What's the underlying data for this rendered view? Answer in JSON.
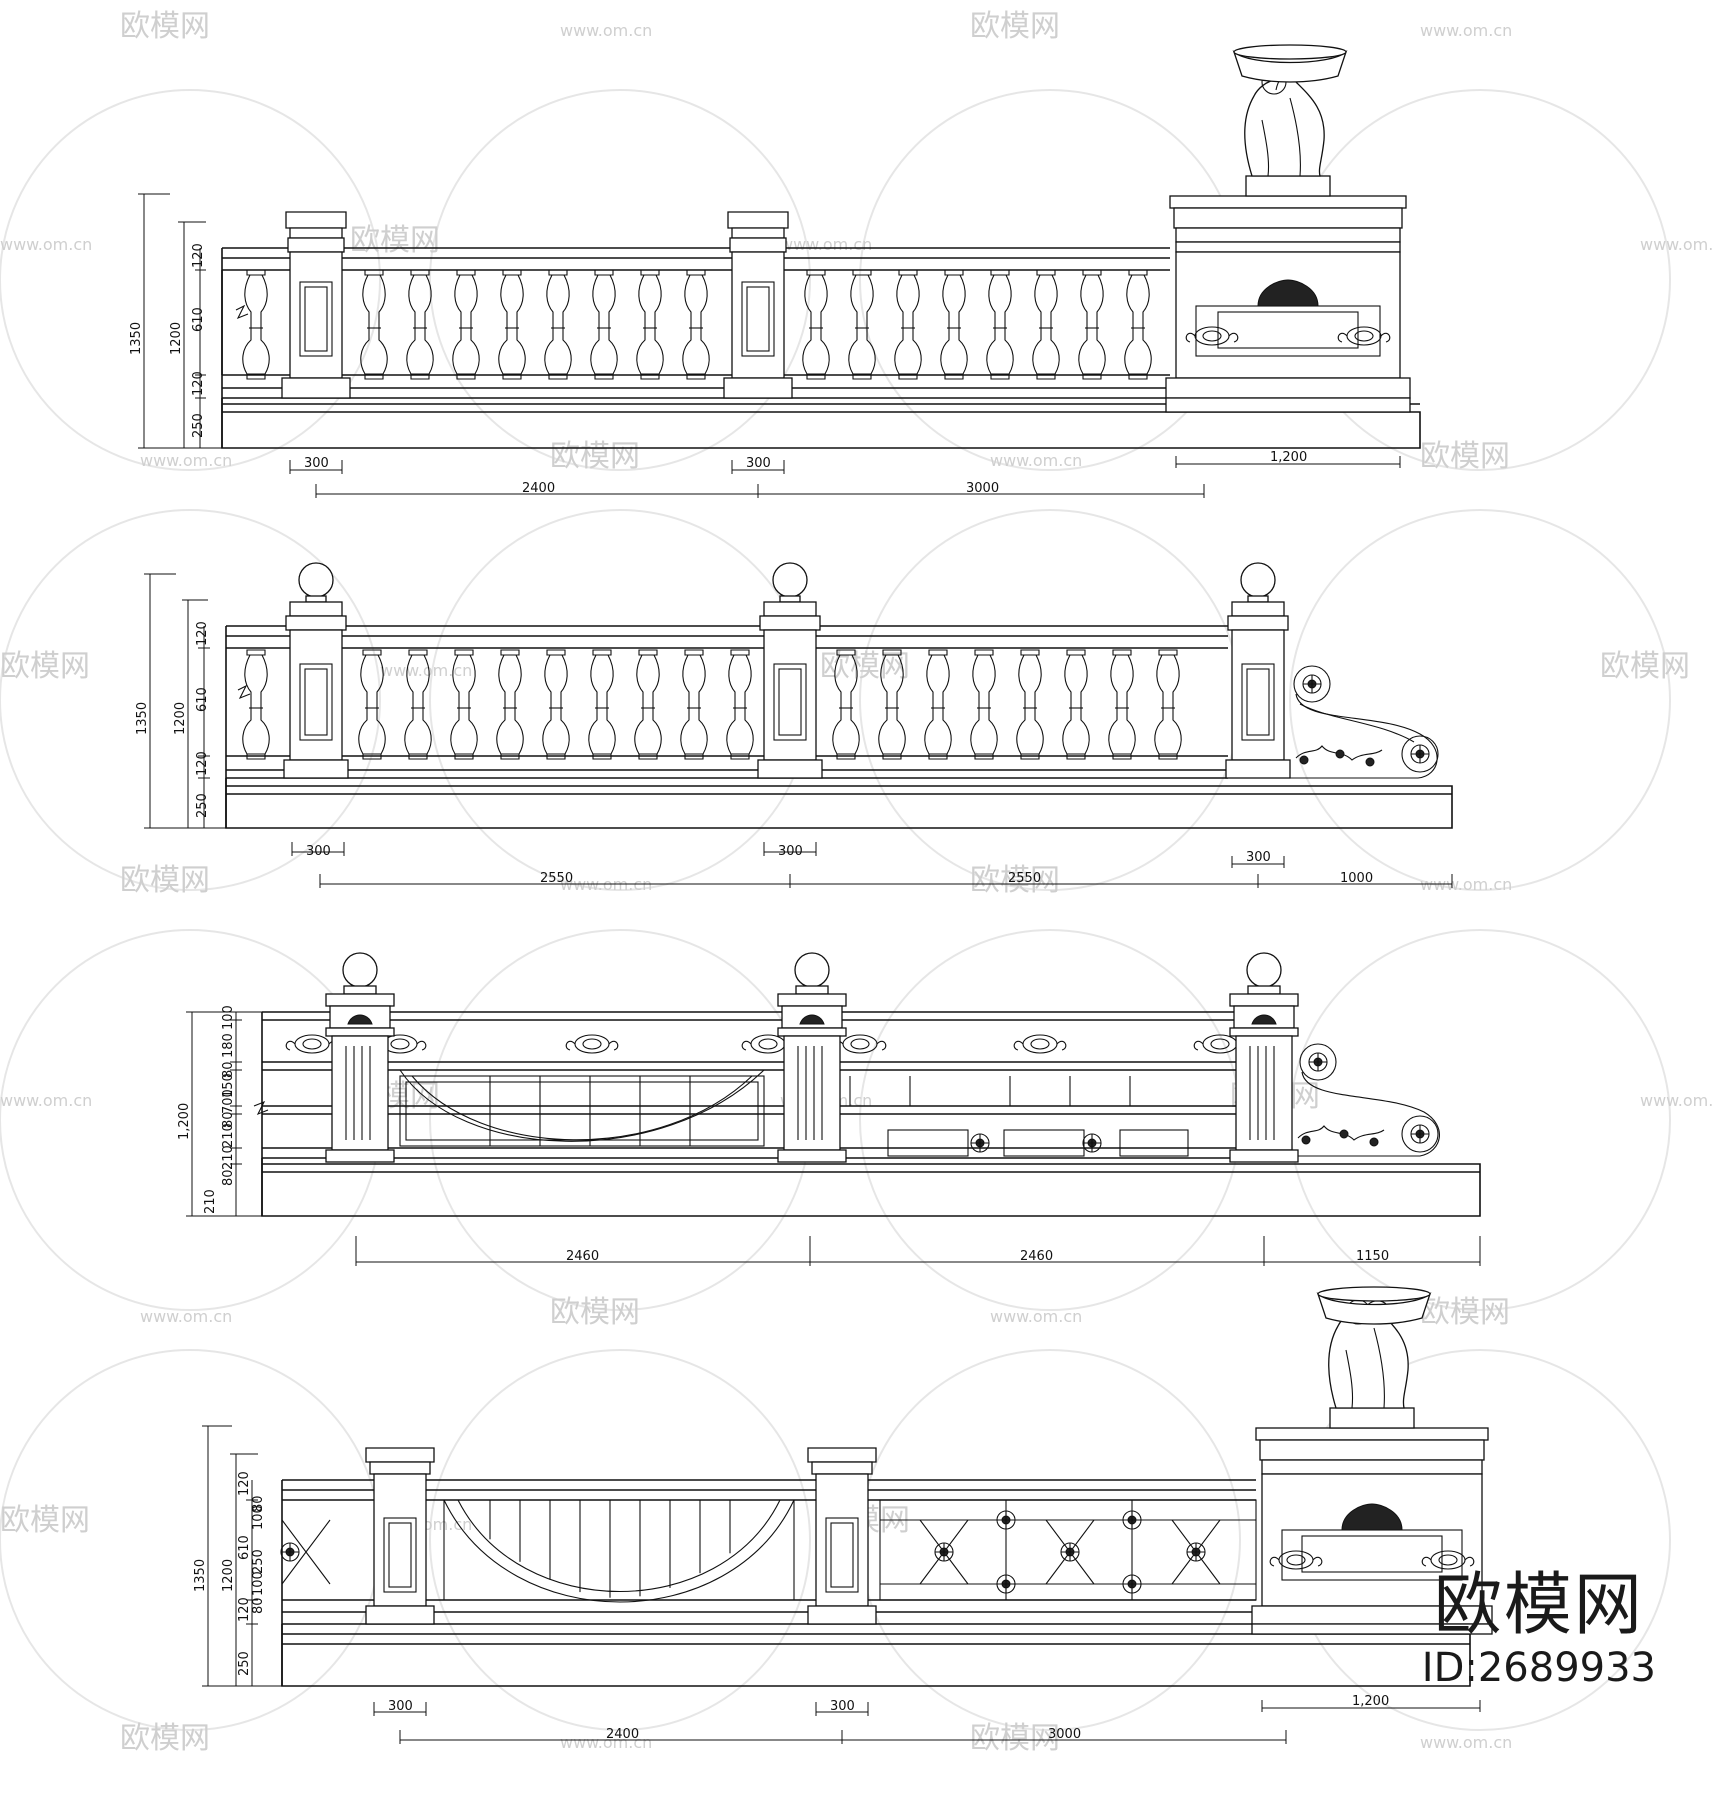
{
  "watermark": {
    "logo_text": "欧模网",
    "site_text": "www.om.cn"
  },
  "brand": {
    "name": "欧模网",
    "id_label": "ID:2689933"
  },
  "elevations": [
    {
      "vertical_dims": [
        "1350",
        "1200",
        "120",
        "610",
        "120",
        "250"
      ],
      "horizontal_dims": [
        "300",
        "300",
        "2400",
        "3000",
        "1,200"
      ]
    },
    {
      "vertical_dims": [
        "1350",
        "1200",
        "120",
        "610",
        "120",
        "250"
      ],
      "horizontal_dims": [
        "300",
        "300",
        "300",
        "2550",
        "2550",
        "1000"
      ]
    },
    {
      "vertical_dims": [
        "1,200",
        "100",
        "180",
        "80",
        "150",
        "700",
        "80",
        "210",
        "210",
        "80",
        "210"
      ],
      "horizontal_dims": [
        "2460",
        "2460",
        "1150"
      ]
    },
    {
      "vertical_dims": [
        "1350",
        "1200",
        "120",
        "80",
        "100",
        "610",
        "250",
        "100",
        "80",
        "120",
        "250"
      ],
      "horizontal_dims": [
        "300",
        "300",
        "2400",
        "3000",
        "1,200"
      ]
    }
  ]
}
